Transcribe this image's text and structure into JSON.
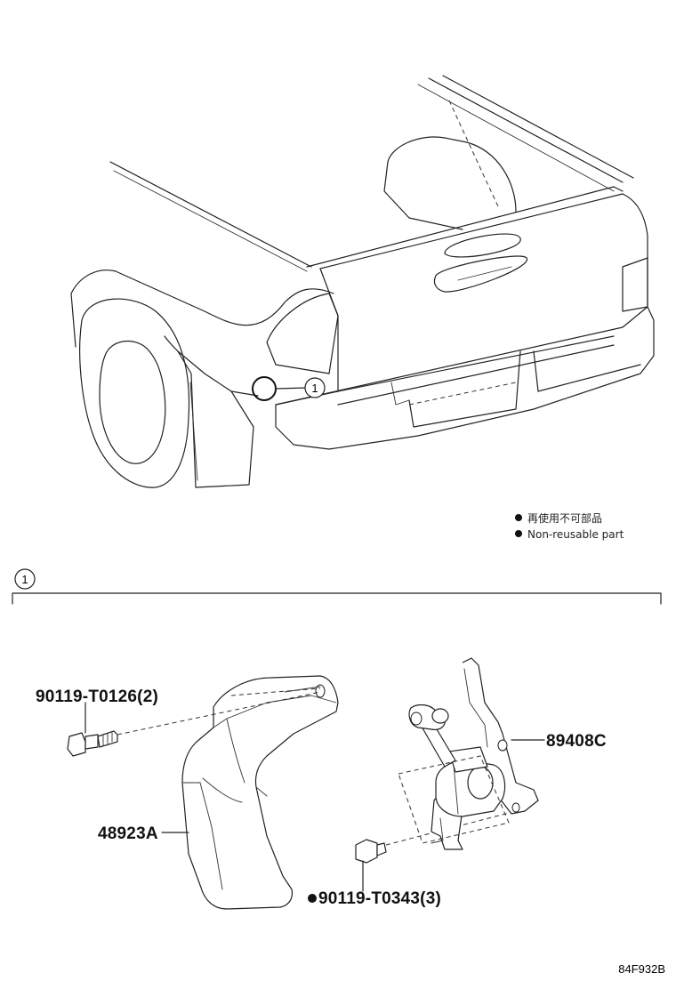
{
  "diagram": {
    "callout_ref": "1",
    "legend": {
      "ja": "再使用不可部品",
      "en": "Non-reusable part"
    },
    "parts": {
      "bolt_upper": "90119-T0126(2)",
      "protector": "48923A",
      "bolt_lower": "90119-T0343(3)",
      "sensor": "89408C"
    },
    "diagram_code": "84F932B"
  }
}
